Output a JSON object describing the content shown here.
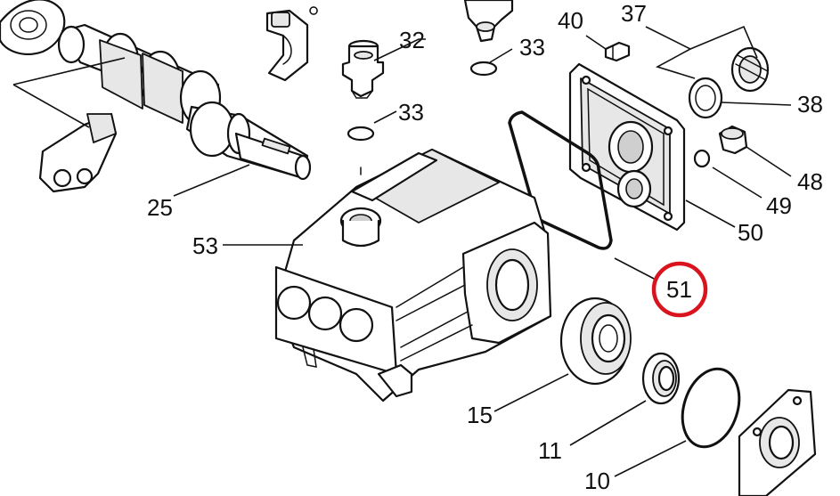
{
  "colors": {
    "line": "#111111",
    "background": "#ffffff",
    "highlight": "#d9141e"
  },
  "labels": {
    "p40": "40",
    "p37": "37",
    "p32": "32",
    "p33a": "33",
    "p33b": "33",
    "p38": "38",
    "p48": "48",
    "p49": "49",
    "p25": "25",
    "p50": "50",
    "p53": "53",
    "p51": "51",
    "p15": "15",
    "p11": "11",
    "p10": "10"
  },
  "highlighted_part": "51"
}
